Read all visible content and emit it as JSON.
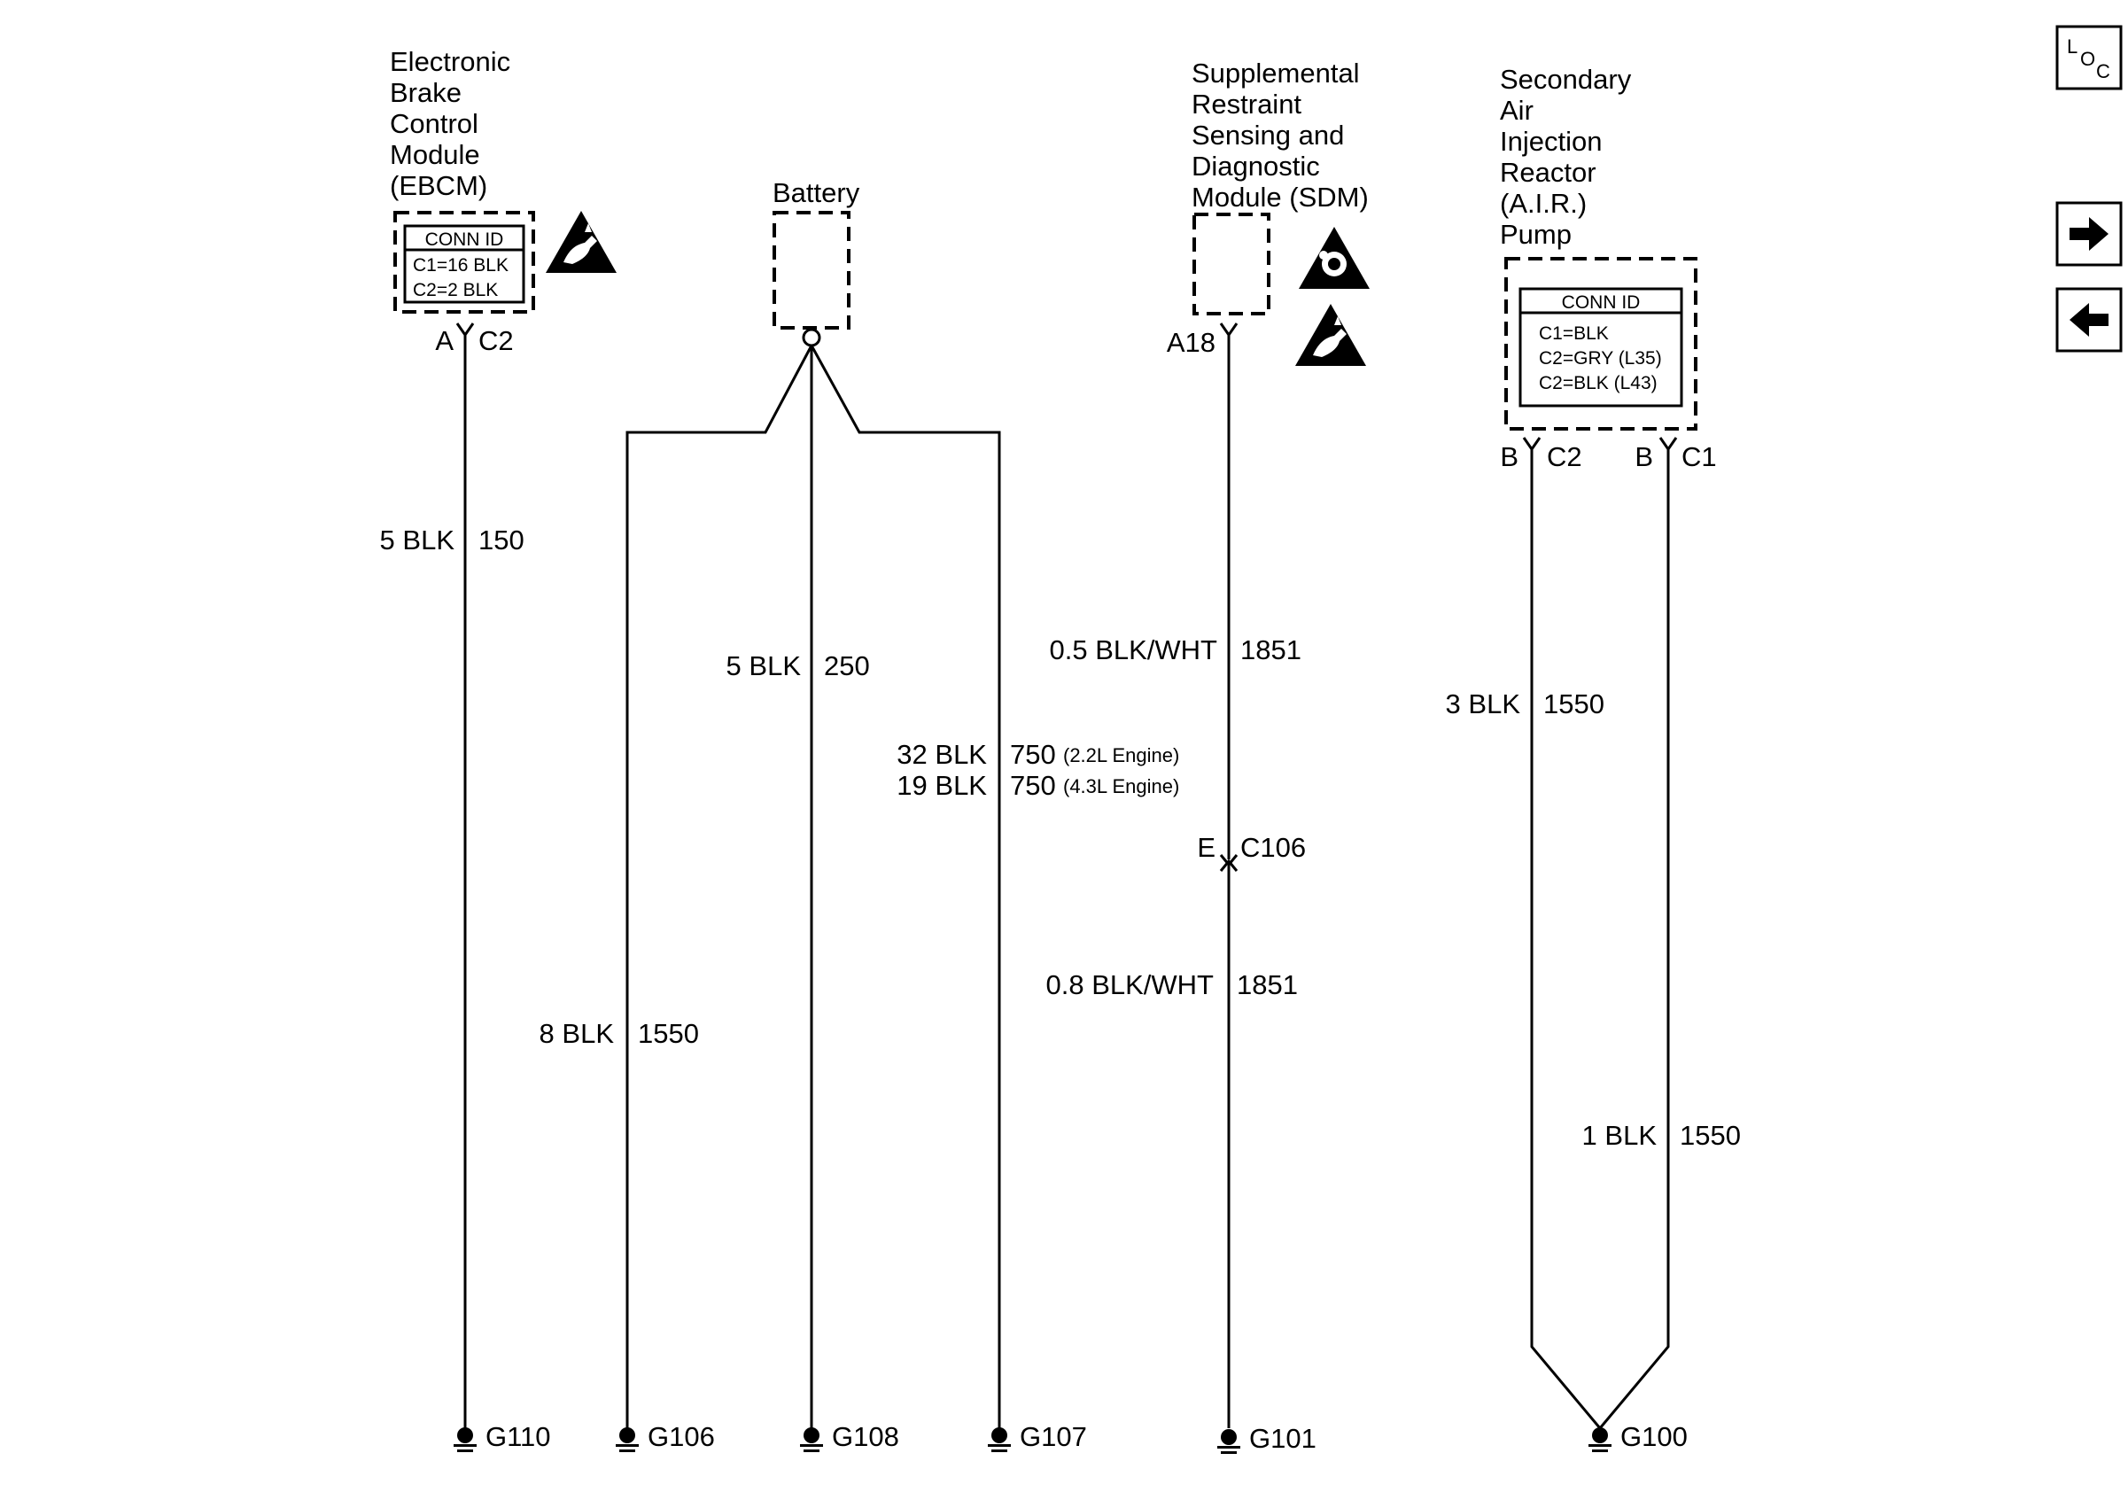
{
  "components": {
    "ebcm": {
      "title_lines": [
        "Electronic",
        "Brake",
        "Control",
        "Module",
        "(EBCM)"
      ],
      "conn_id_header": "CONN ID",
      "conn_id_lines": [
        "C1=16 BLK",
        "C2=2 BLK"
      ],
      "pin": "A",
      "connector": "C2"
    },
    "battery": {
      "title_lines": [
        "Battery"
      ]
    },
    "sdm": {
      "title_lines": [
        "Supplemental",
        "Restraint",
        "Sensing and",
        "Diagnostic",
        "Module (SDM)"
      ],
      "pin": "A18"
    },
    "air_pump": {
      "title_lines": [
        "Secondary",
        "Air",
        "Injection",
        "Reactor",
        "(A.I.R.)",
        "Pump"
      ],
      "conn_id_header": "CONN ID",
      "conn_id_lines": [
        "C1=BLK",
        "C2=GRY (L35)",
        "C2=BLK (L43)"
      ],
      "pin_left": "B",
      "connector_left": "C2",
      "pin_right": "B",
      "connector_right": "C1"
    }
  },
  "wires": {
    "ebcm_wire": {
      "gauge_color": "5 BLK",
      "circuit": "150"
    },
    "battery_left": {
      "gauge_color": "8 BLK",
      "circuit": "1550"
    },
    "battery_center": {
      "gauge_color": "5 BLK",
      "circuit": "250"
    },
    "battery_right_1": {
      "gauge_color": "32 BLK",
      "circuit": "750",
      "note": "(2.2L Engine)"
    },
    "battery_right_2": {
      "gauge_color": "19 BLK",
      "circuit": "750",
      "note": "(4.3L Engine)"
    },
    "sdm_upper": {
      "gauge_color": "0.5 BLK/WHT",
      "circuit": "1851"
    },
    "sdm_lower": {
      "gauge_color": "0.8 BLK/WHT",
      "circuit": "1851"
    },
    "air_left": {
      "gauge_color": "3 BLK",
      "circuit": "1550"
    },
    "air_right": {
      "gauge_color": "1 BLK",
      "circuit": "1550"
    }
  },
  "inline_connector": {
    "pin": "E",
    "connector": "C106"
  },
  "grounds": [
    "G110",
    "G106",
    "G108",
    "G107",
    "G101",
    "G100"
  ],
  "nav": {
    "loc_icon": "loc-icon",
    "next_icon": "arrow-right-icon",
    "prev_icon": "arrow-left-icon"
  }
}
